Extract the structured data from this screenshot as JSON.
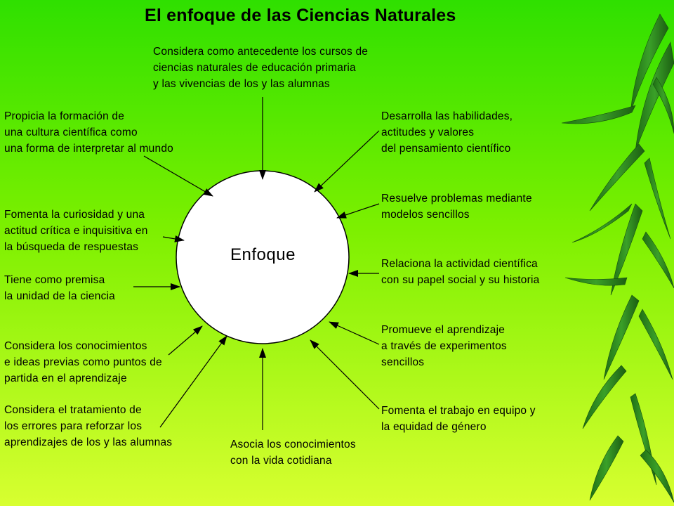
{
  "title": "El enfoque de las Ciencias Naturales",
  "center_label": "Enfoque",
  "nodes": {
    "top": "Considera como antecedente los cursos de\nciencias naturales de educación primaria\ny las vivencias de los y las alumnas",
    "left_1": "Propicia la formación de\nuna cultura científica como\nuna forma de interpretar al mundo",
    "left_2": "Fomenta la curiosidad y una\nactitud crítica e inquisitiva en\nla búsqueda de respuestas",
    "left_3": "Tiene como premisa\nla unidad de la ciencia",
    "left_4": "Considera los conocimientos\ne ideas previas como puntos de\npartida en el aprendizaje",
    "left_5": "Considera el tratamiento de\nlos errores para reforzar los\naprendizajes de los y las alumnas",
    "bottom": "Asocia los conocimientos\ncon la vida cotidiana",
    "right_1": "Desarrolla las habilidades,\nactitudes y valores\ndel pensamiento científico",
    "right_2": "Resuelve problemas mediante\nmodelos sencillos",
    "right_3": "Relaciona la actividad científica\ncon su papel social y su historia",
    "right_4": "Promueve el aprendizaje\na través de experimentos\nsencillos",
    "right_5": "Fomenta el trabajo en equipo y\nla equidad de género"
  },
  "colors": {
    "background_top": "#2fe000",
    "background_bottom": "#d8ff30",
    "circle_fill": "#ffffff",
    "stroke": "#000000",
    "leaf": "#2e8b1e"
  }
}
